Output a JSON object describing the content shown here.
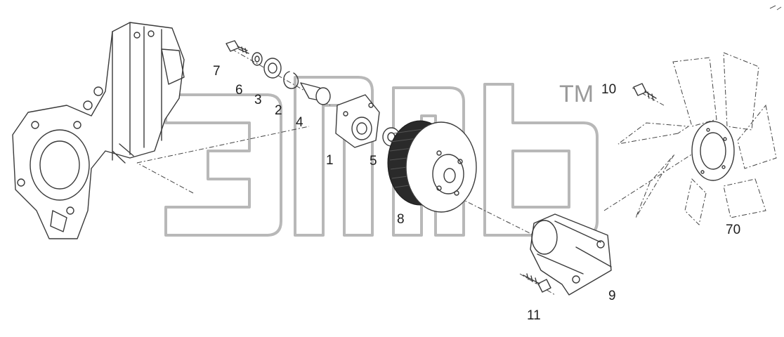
{
  "watermark": {
    "trademark": "TM"
  },
  "callouts": {
    "c1": "1",
    "c2": "2",
    "c3": "3",
    "c4": "4",
    "c5": "5",
    "c6": "6",
    "c7": "7",
    "c8": "8",
    "c9": "9",
    "c10": "10",
    "c11": "11",
    "c70": "70"
  }
}
